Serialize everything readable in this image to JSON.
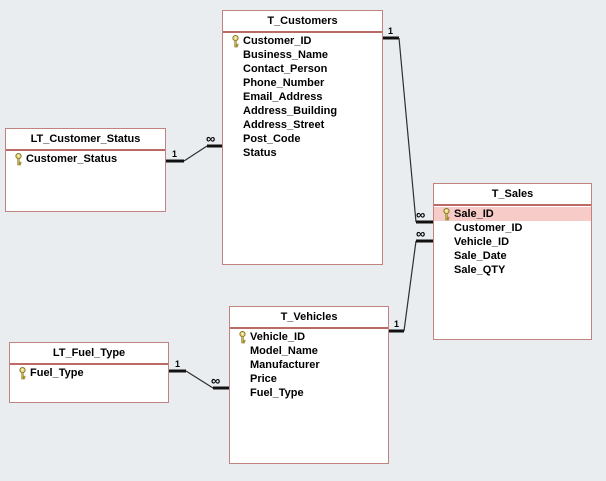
{
  "view": {
    "name": "Relationships"
  },
  "colors": {
    "canvas_bg": "#eaedf0",
    "table_bg": "#ffffff",
    "table_border": "#c0837f",
    "title_separator": "#bb6a66",
    "selected_row_bg": "#f7cbc8",
    "line_color": "#2e2e2e",
    "key_icon_gold": "#cfb53b"
  },
  "tables": {
    "t_customers": {
      "title": "T_Customers",
      "fields": [
        {
          "name": "Customer_ID",
          "pk": true
        },
        {
          "name": "Business_Name",
          "pk": false
        },
        {
          "name": "Contact_Person",
          "pk": false
        },
        {
          "name": "Phone_Number",
          "pk": false
        },
        {
          "name": "Email_Address",
          "pk": false
        },
        {
          "name": "Address_Building",
          "pk": false
        },
        {
          "name": "Address_Street",
          "pk": false
        },
        {
          "name": "Post_Code",
          "pk": false
        },
        {
          "name": "Status",
          "pk": false
        }
      ]
    },
    "lt_customer_status": {
      "title": "LT_Customer_Status",
      "fields": [
        {
          "name": "Customer_Status",
          "pk": true
        }
      ]
    },
    "t_sales": {
      "title": "T_Sales",
      "fields": [
        {
          "name": "Sale_ID",
          "pk": true,
          "selected": true
        },
        {
          "name": "Customer_ID",
          "pk": false
        },
        {
          "name": "Vehicle_ID",
          "pk": false
        },
        {
          "name": "Sale_Date",
          "pk": false
        },
        {
          "name": "Sale_QTY",
          "pk": false
        }
      ]
    },
    "t_vehicles": {
      "title": "T_Vehicles",
      "fields": [
        {
          "name": "Vehicle_ID",
          "pk": true
        },
        {
          "name": "Model_Name",
          "pk": false
        },
        {
          "name": "Manufacturer",
          "pk": false
        },
        {
          "name": "Price",
          "pk": false
        },
        {
          "name": "Fuel_Type",
          "pk": false
        }
      ]
    },
    "lt_fuel_type": {
      "title": "LT_Fuel_Type",
      "fields": [
        {
          "name": "Fuel_Type",
          "pk": true
        }
      ]
    }
  },
  "relationships": [
    {
      "from_table": "LT_Customer_Status",
      "from_label": "1",
      "to_table": "T_Customers",
      "to_label": "∞"
    },
    {
      "from_table": "T_Customers",
      "from_label": "1",
      "to_table": "T_Sales",
      "to_label": "∞"
    },
    {
      "from_table": "T_Vehicles",
      "from_label": "1",
      "to_table": "T_Sales",
      "to_label": "∞"
    },
    {
      "from_table": "LT_Fuel_Type",
      "from_label": "1",
      "to_table": "T_Vehicles",
      "to_label": "∞"
    }
  ]
}
